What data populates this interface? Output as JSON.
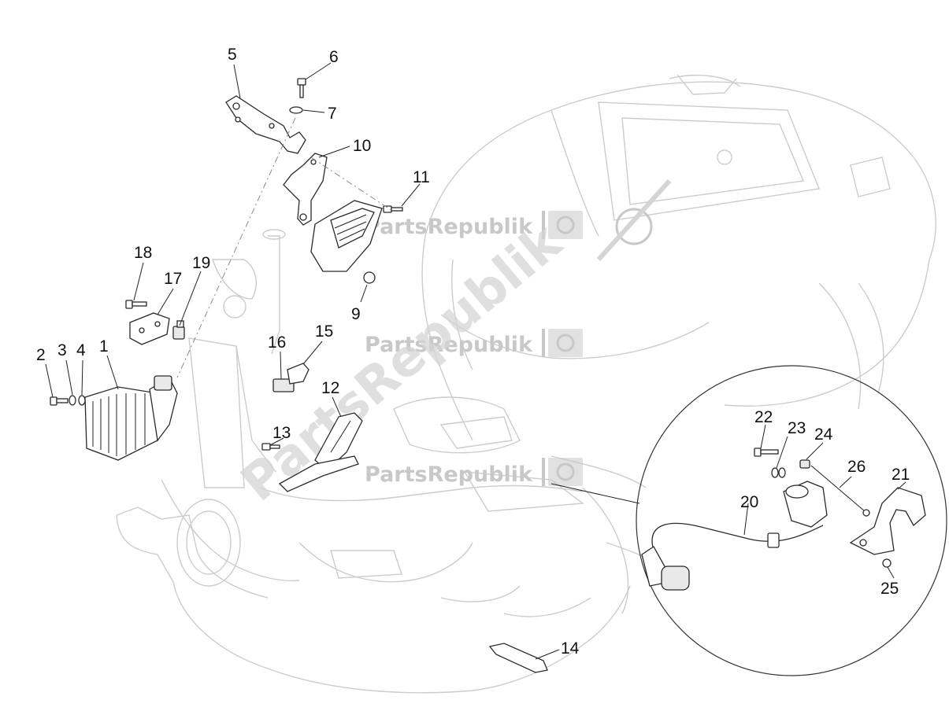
{
  "watermark": {
    "text": "PartsRepublik"
  },
  "callouts": [
    {
      "id": "1",
      "label": "1"
    },
    {
      "id": "2",
      "label": "2"
    },
    {
      "id": "3",
      "label": "3"
    },
    {
      "id": "4",
      "label": "4"
    },
    {
      "id": "5",
      "label": "5"
    },
    {
      "id": "6",
      "label": "6"
    },
    {
      "id": "7",
      "label": "7"
    },
    {
      "id": "9",
      "label": "9"
    },
    {
      "id": "10",
      "label": "10"
    },
    {
      "id": "11",
      "label": "11"
    },
    {
      "id": "12",
      "label": "12"
    },
    {
      "id": "13",
      "label": "13"
    },
    {
      "id": "14",
      "label": "14"
    },
    {
      "id": "15",
      "label": "15"
    },
    {
      "id": "16",
      "label": "16"
    },
    {
      "id": "17",
      "label": "17"
    },
    {
      "id": "18",
      "label": "18"
    },
    {
      "id": "19",
      "label": "19"
    },
    {
      "id": "20",
      "label": "20"
    },
    {
      "id": "21",
      "label": "21"
    },
    {
      "id": "22",
      "label": "22"
    },
    {
      "id": "23",
      "label": "23"
    },
    {
      "id": "24",
      "label": "24"
    },
    {
      "id": "25",
      "label": "25"
    },
    {
      "id": "26",
      "label": "26"
    }
  ],
  "colors": {
    "frame_outline": "#c9cdd1",
    "part_outline": "#2a2a2a",
    "watermark": "#c8c8c8"
  }
}
